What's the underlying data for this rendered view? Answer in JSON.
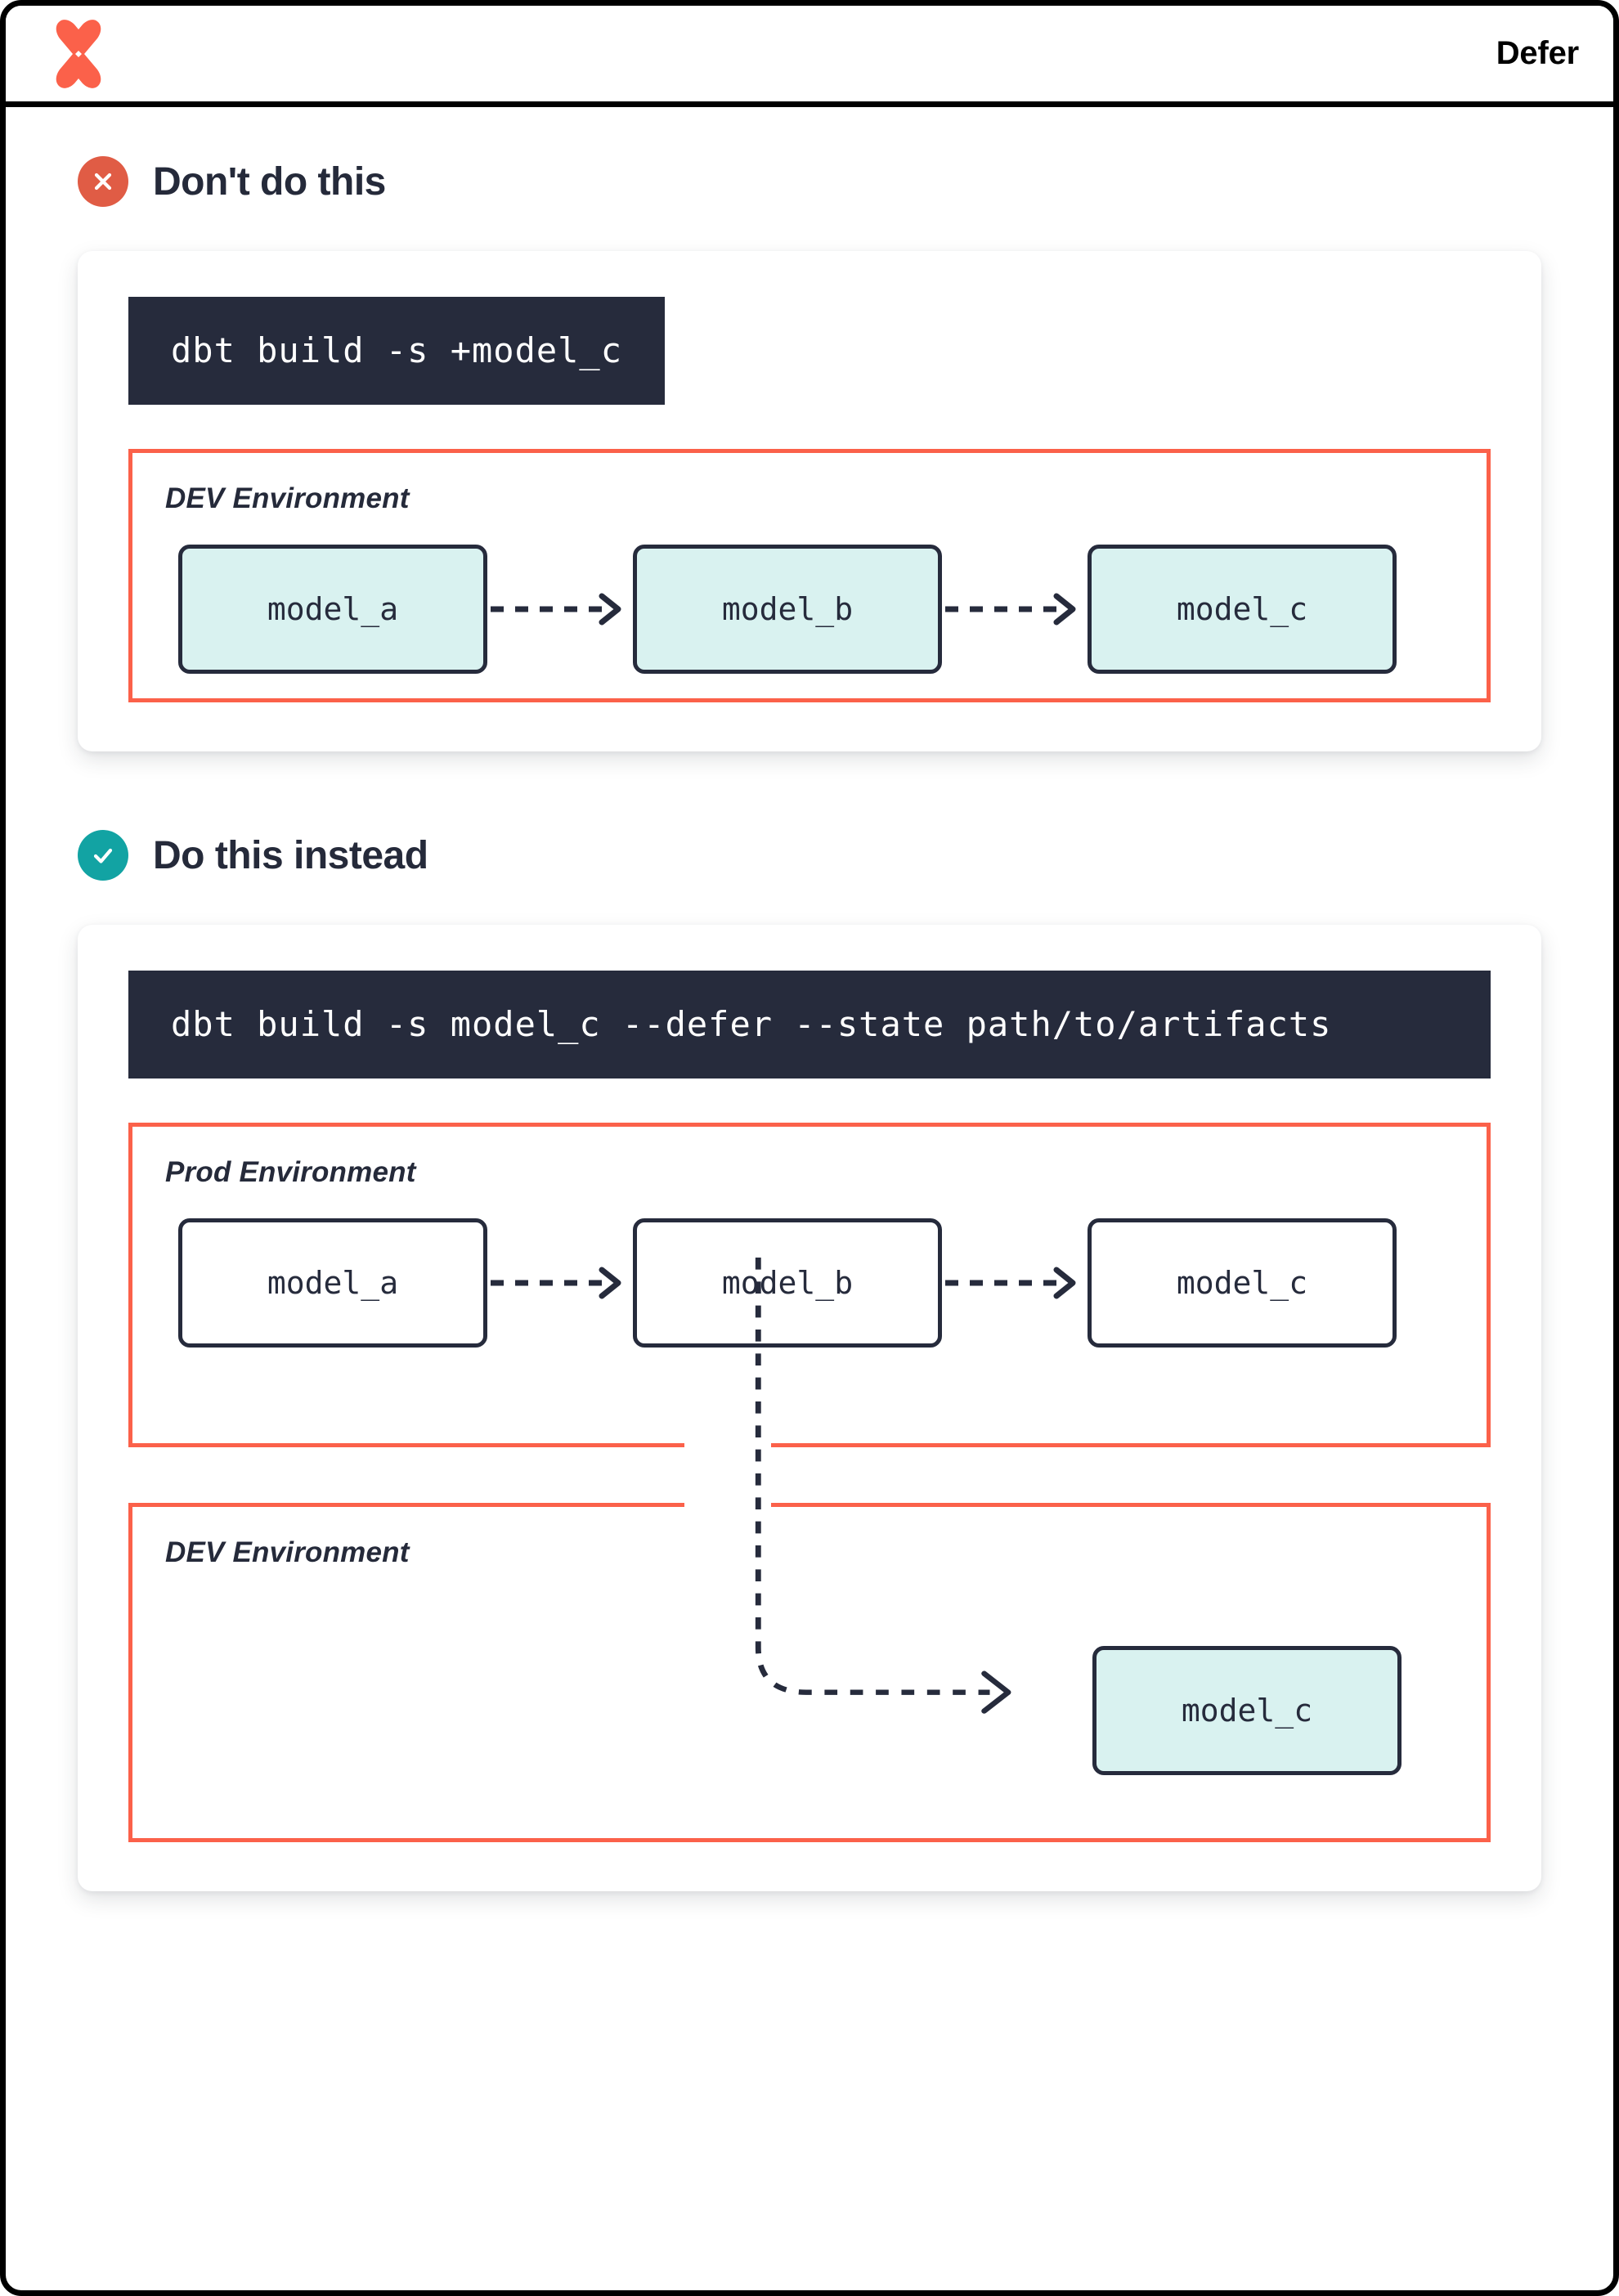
{
  "header": {
    "logo_icon": "dbt-logo-icon",
    "title": "Defer"
  },
  "colors": {
    "brand_orange": "#fb614a",
    "dark_navy": "#262b3c",
    "cyan_fill": "#d9f2f0",
    "bad_badge": "#e05c45",
    "good_badge": "#12a3a3"
  },
  "sections": [
    {
      "id": "dont",
      "badge_icon": "x-circle-icon",
      "title": "Don't do this",
      "command": "dbt build -s +model_c",
      "environments": [
        {
          "label": "DEV Environment",
          "models": [
            {
              "name": "model_a",
              "style": "cyan"
            },
            {
              "name": "model_b",
              "style": "cyan"
            },
            {
              "name": "model_c",
              "style": "cyan"
            }
          ]
        }
      ]
    },
    {
      "id": "do",
      "badge_icon": "check-circle-icon",
      "title": "Do this instead",
      "command": "dbt build -s model_c --defer --state path/to/artifacts",
      "environments": [
        {
          "label": "Prod Environment",
          "models": [
            {
              "name": "model_a",
              "style": "plain"
            },
            {
              "name": "model_b",
              "style": "plain"
            },
            {
              "name": "model_c",
              "style": "plain"
            }
          ]
        },
        {
          "label": "DEV Environment",
          "models": [
            {
              "name": "model_c",
              "style": "cyan"
            }
          ]
        }
      ]
    }
  ]
}
